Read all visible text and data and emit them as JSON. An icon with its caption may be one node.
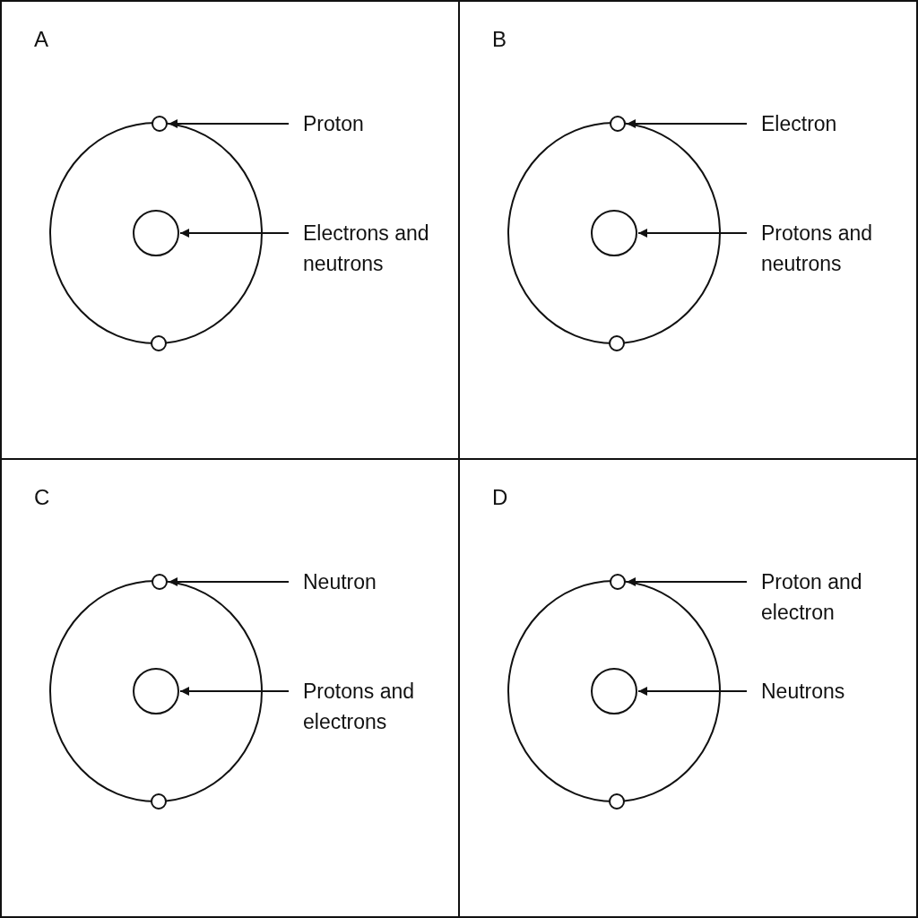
{
  "diagram": {
    "nodes": [
      {
        "text": [
          "A"
        ]
      },
      {
        "text": [],
        "shape": "circle",
        "in": 0
      },
      {
        "text": [
          "Proton"
        ],
        "in": 0
      },
      {
        "text": [],
        "shape": "circle",
        "in": 0
      },
      {
        "text": [
          "Electrons and neutrons"
        ],
        "in": 0
      },
      {
        "text": [],
        "shape": "circle",
        "in": 0
      },
      {
        "text": [
          "B"
        ]
      },
      {
        "text": [],
        "shape": "circle",
        "in": 6
      },
      {
        "text": [
          "Electron"
        ],
        "in": 6
      },
      {
        "text": [],
        "shape": "circle",
        "in": 6
      },
      {
        "text": [
          "Protons and neutrons"
        ],
        "in": 6
      },
      {
        "text": [],
        "shape": "circle",
        "in": 6
      },
      {
        "text": [
          "C"
        ]
      },
      {
        "text": [],
        "shape": "circle",
        "in": 12
      },
      {
        "text": [
          "Neutron"
        ],
        "in": 12
      },
      {
        "text": [],
        "shape": "circle",
        "in": 12
      },
      {
        "text": [
          "Protons and electrons"
        ],
        "in": 12
      },
      {
        "text": [],
        "shape": "circle",
        "in": 12
      },
      {
        "text": [
          "D"
        ]
      },
      {
        "text": [],
        "shape": "circle",
        "in": 18
      },
      {
        "text": [
          "Proton and electron"
        ],
        "in": 18
      },
      {
        "text": [],
        "shape": "circle",
        "in": 18
      },
      {
        "text": [
          "Neutrons"
        ],
        "in": 18
      },
      {
        "text": [],
        "shape": "circle",
        "in": 18
      }
    ],
    "edges": [
      {
        "from": 2,
        "to": 1,
        "arrow": "to"
      },
      {
        "from": 4,
        "to": 3,
        "arrow": "to"
      },
      {
        "from": 8,
        "to": 7,
        "arrow": "to"
      },
      {
        "from": 10,
        "to": 9,
        "arrow": "to"
      },
      {
        "from": 14,
        "to": 13,
        "arrow": "to"
      },
      {
        "from": 16,
        "to": 15,
        "arrow": "to"
      },
      {
        "from": 20,
        "to": 19,
        "arrow": "to"
      },
      {
        "from": 22,
        "to": 21,
        "arrow": "to"
      }
    ]
  }
}
